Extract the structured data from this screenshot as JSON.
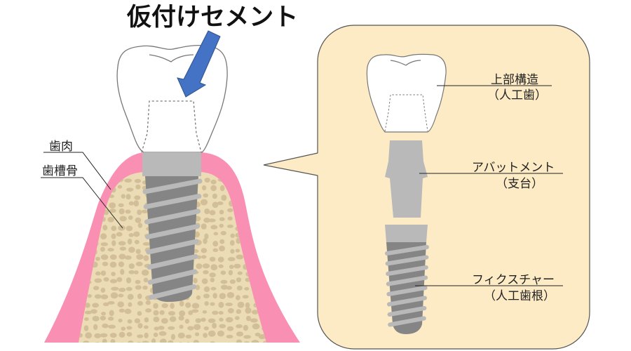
{
  "title": "仮付けセメント",
  "left": {
    "gum_label": "歯肉",
    "bone_label": "歯槽骨"
  },
  "right": {
    "crown_label": "上部構造",
    "crown_sub": "（人工歯）",
    "abutment_label": "アバットメント",
    "abutment_sub": "（支台）",
    "fixture_label": "フィクスチャー",
    "fixture_sub": "（人工歯根）"
  },
  "colors": {
    "arrow": "#4472c4",
    "gum": "#f990b4",
    "bone": "#ebdcb6",
    "bone_pore": "#d2bf98",
    "bubble": "#fdebc5",
    "metal_light": "#b9b9b9",
    "metal_dark": "#858585"
  }
}
